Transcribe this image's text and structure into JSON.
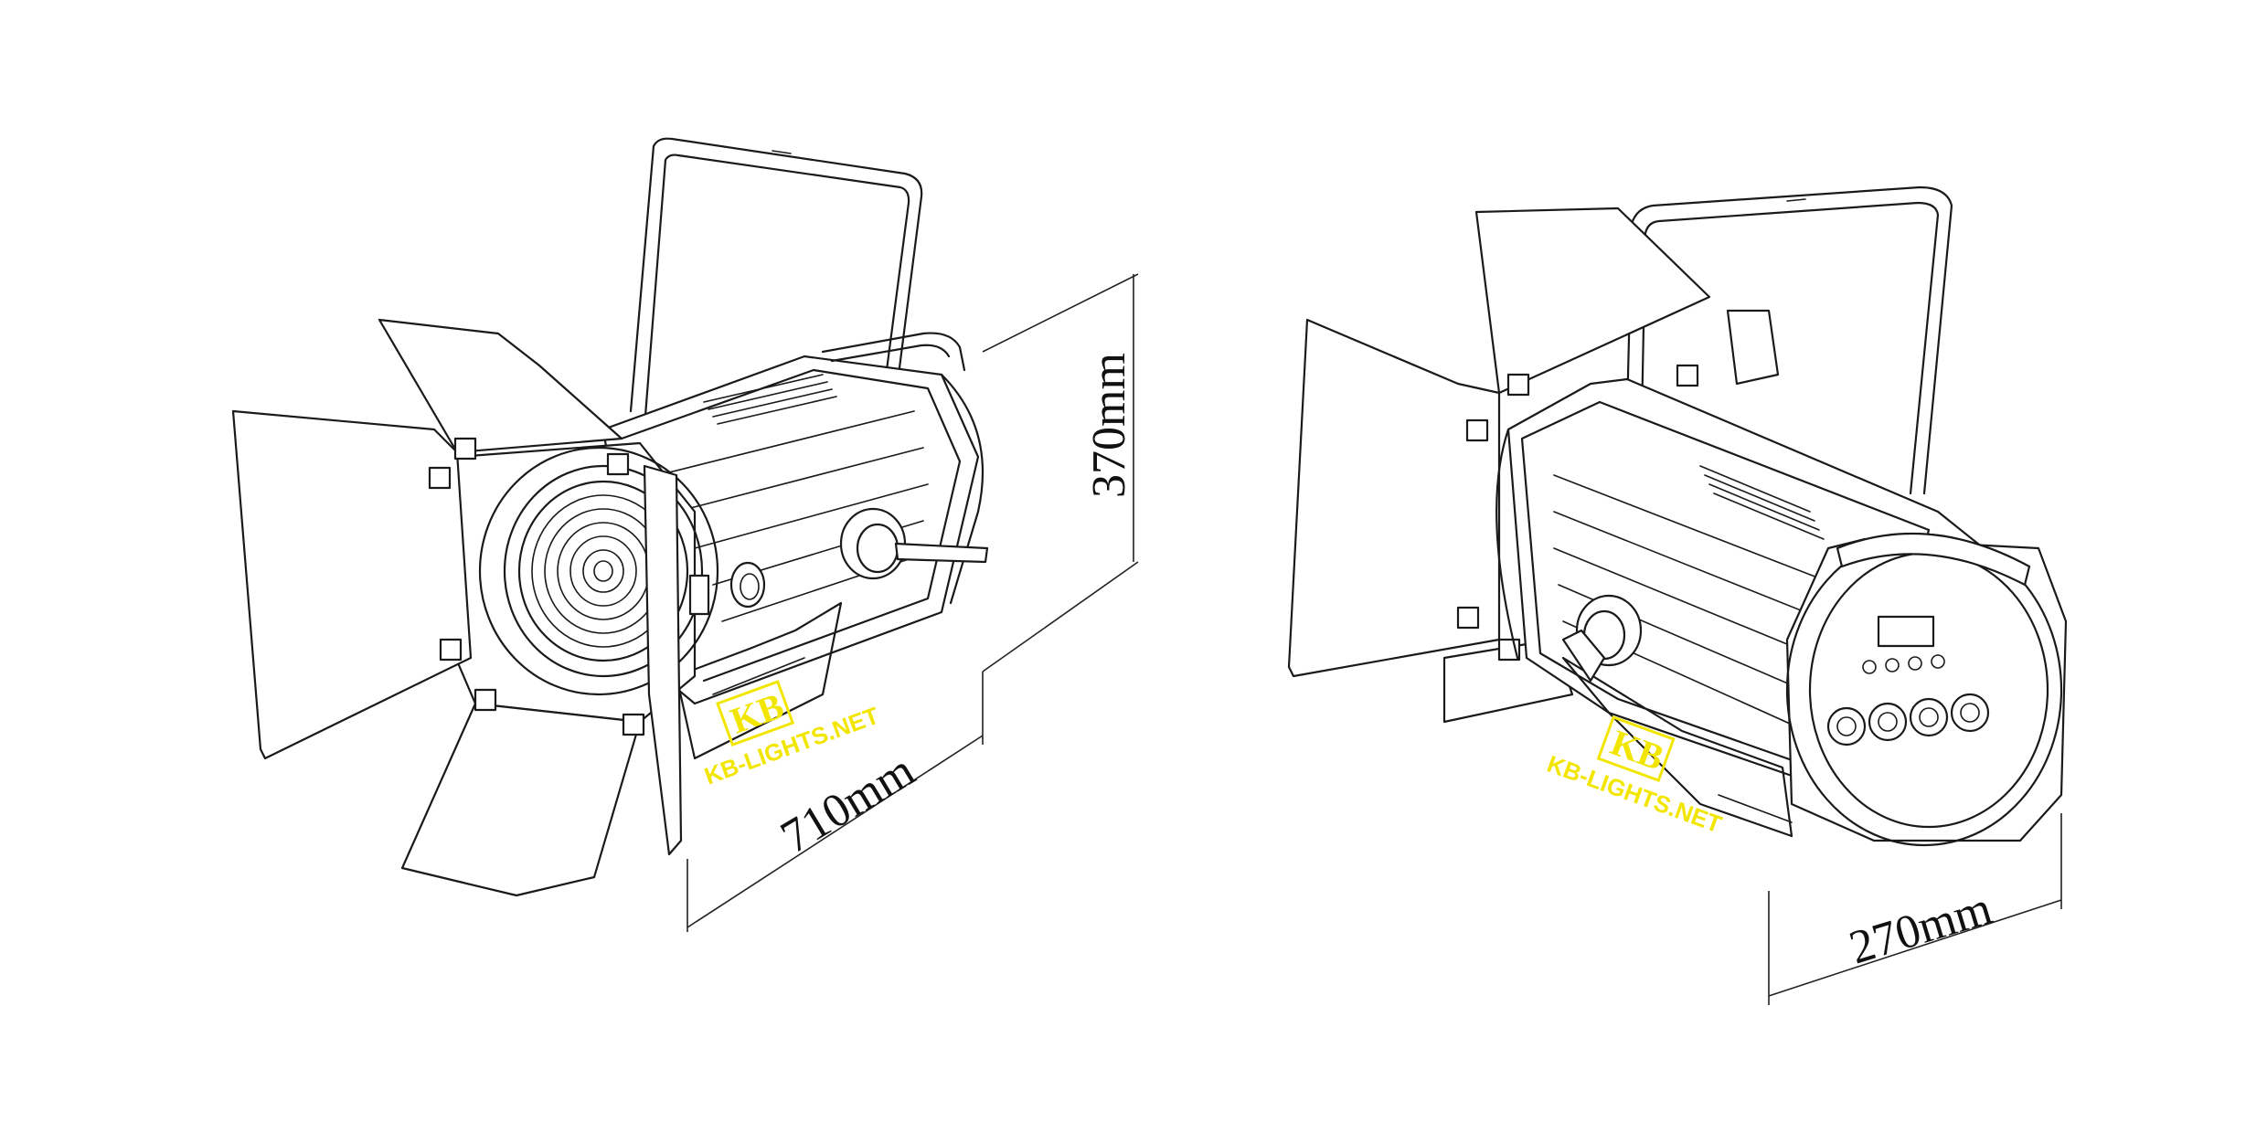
{
  "dimensions": {
    "height_label": "370mm",
    "length_label": "710mm",
    "width_label": "270mm"
  },
  "watermark": {
    "logo_text": "KB",
    "url_text": "KB-LIGHTS.NET"
  },
  "colors": {
    "line": "#1a1a1a",
    "watermark": "#f2e600",
    "background": "#ffffff"
  }
}
